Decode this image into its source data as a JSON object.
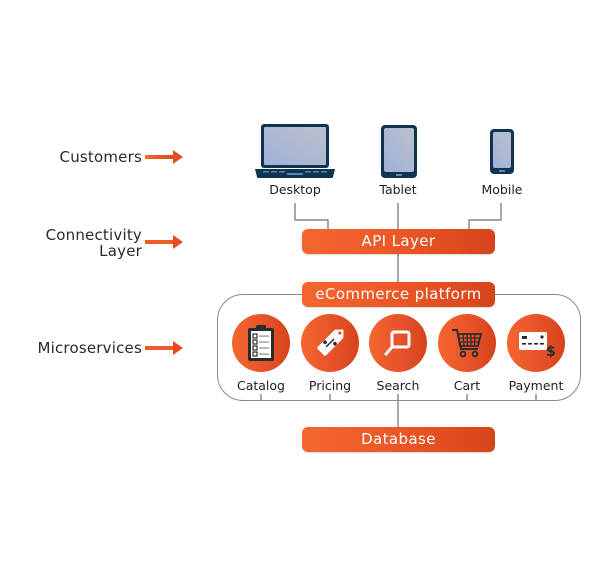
{
  "left_labels": {
    "customers": "Customers",
    "connectivity_line1": "Connectivity",
    "connectivity_line2": "Layer",
    "microservices": "Microservices"
  },
  "devices": [
    {
      "label": "Desktop",
      "icon": "laptop-icon"
    },
    {
      "label": "Tablet",
      "icon": "tablet-icon"
    },
    {
      "label": "Mobile",
      "icon": "smartphone-icon"
    }
  ],
  "bars": {
    "api": "API Layer",
    "platform": "eCommerce platform",
    "database": "Database"
  },
  "services": [
    {
      "label": "Catalog",
      "icon": "clipboard-checklist-icon"
    },
    {
      "label": "Pricing",
      "icon": "price-tag-percent-icon"
    },
    {
      "label": "Search",
      "icon": "search-icon"
    },
    {
      "label": "Cart",
      "icon": "shopping-cart-icon"
    },
    {
      "label": "Payment",
      "icon": "credit-card-dollar-icon"
    }
  ],
  "colors": {
    "accent": "#EA5526",
    "accent_light": "#F5662F",
    "accent_dark": "#D6441A",
    "device_frame": "#0F3350",
    "device_screen": "#A9B6D6",
    "connector": "#6E6E6E"
  }
}
